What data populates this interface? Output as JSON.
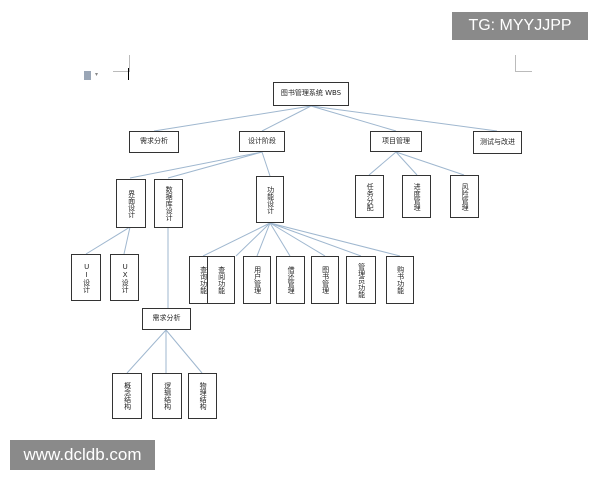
{
  "diagram": {
    "root": "图书管理系统 WBS",
    "level1": [
      "需求分析",
      "设计阶段",
      "项目管理",
      "测试与改进"
    ],
    "design_children": [
      "界面设计",
      "数据库设计",
      "功能设计"
    ],
    "ui_children": [
      "UI设计",
      "UX设计"
    ],
    "function_children": [
      "查询功能",
      "查阅功能",
      "用户管理",
      "借还管理",
      "图书管理",
      "管理员功能",
      "购书功能"
    ],
    "db_child": "需求分析",
    "db_grandchildren": [
      "概念结构",
      "逻辑结构",
      "物理结构"
    ],
    "pm_children": [
      "任务分配",
      "进度管理",
      "风险管理"
    ]
  },
  "watermarks": {
    "top": "TG: MYYJJPP",
    "bottom": "www.dcldb.com"
  }
}
